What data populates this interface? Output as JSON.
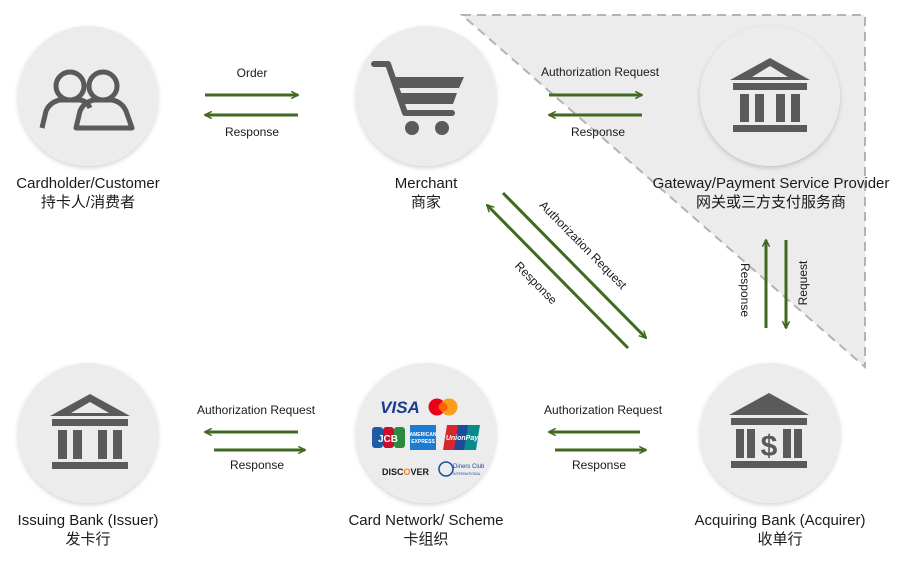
{
  "nodes": {
    "cardholder": {
      "en": "Cardholder/Customer",
      "zh": "持卡人/消费者",
      "icon": "users-icon"
    },
    "merchant": {
      "en": "Merchant",
      "zh": "商家",
      "icon": "shopping-cart-icon"
    },
    "gateway": {
      "en": "Gateway/Payment Service Provider",
      "zh": "网关或三方支付服务商",
      "icon": "bank-icon"
    },
    "issuer": {
      "en": "Issuing Bank (Issuer)",
      "zh": "发卡行",
      "icon": "bank-icon"
    },
    "network": {
      "en": "Card Network/ Scheme",
      "zh": "卡组织",
      "icon": "card-brands-icon"
    },
    "acquirer": {
      "en": "Acquiring Bank (Acquirer)",
      "zh": "收单行",
      "icon": "bank-dollar-icon"
    }
  },
  "flows": {
    "cardholder_merchant": {
      "forward": "Order",
      "back": "Response"
    },
    "merchant_gateway": {
      "forward": "Authorization Request",
      "back": "Response"
    },
    "merchant_acquirer": {
      "forward": "Authorization Request",
      "back": "Response"
    },
    "gateway_acquirer": {
      "forward": "Request",
      "back": "Response"
    },
    "network_issuer": {
      "forward": "Authorization Request",
      "back": "Response"
    },
    "acquirer_network": {
      "forward": "Authorization Request",
      "back": "Response"
    }
  },
  "brands": {
    "visa": "VISA",
    "jcb": "JCB",
    "amex": "AMERICAN EXPRESS",
    "unionpay": "UnionPay",
    "discover": "DISCOVER",
    "diners": "Diners Club"
  },
  "colors": {
    "arrow": "#3f6a1f",
    "circle": "#ececec",
    "icon": "#5a5a5a",
    "highlight": "#e9e9e9"
  }
}
